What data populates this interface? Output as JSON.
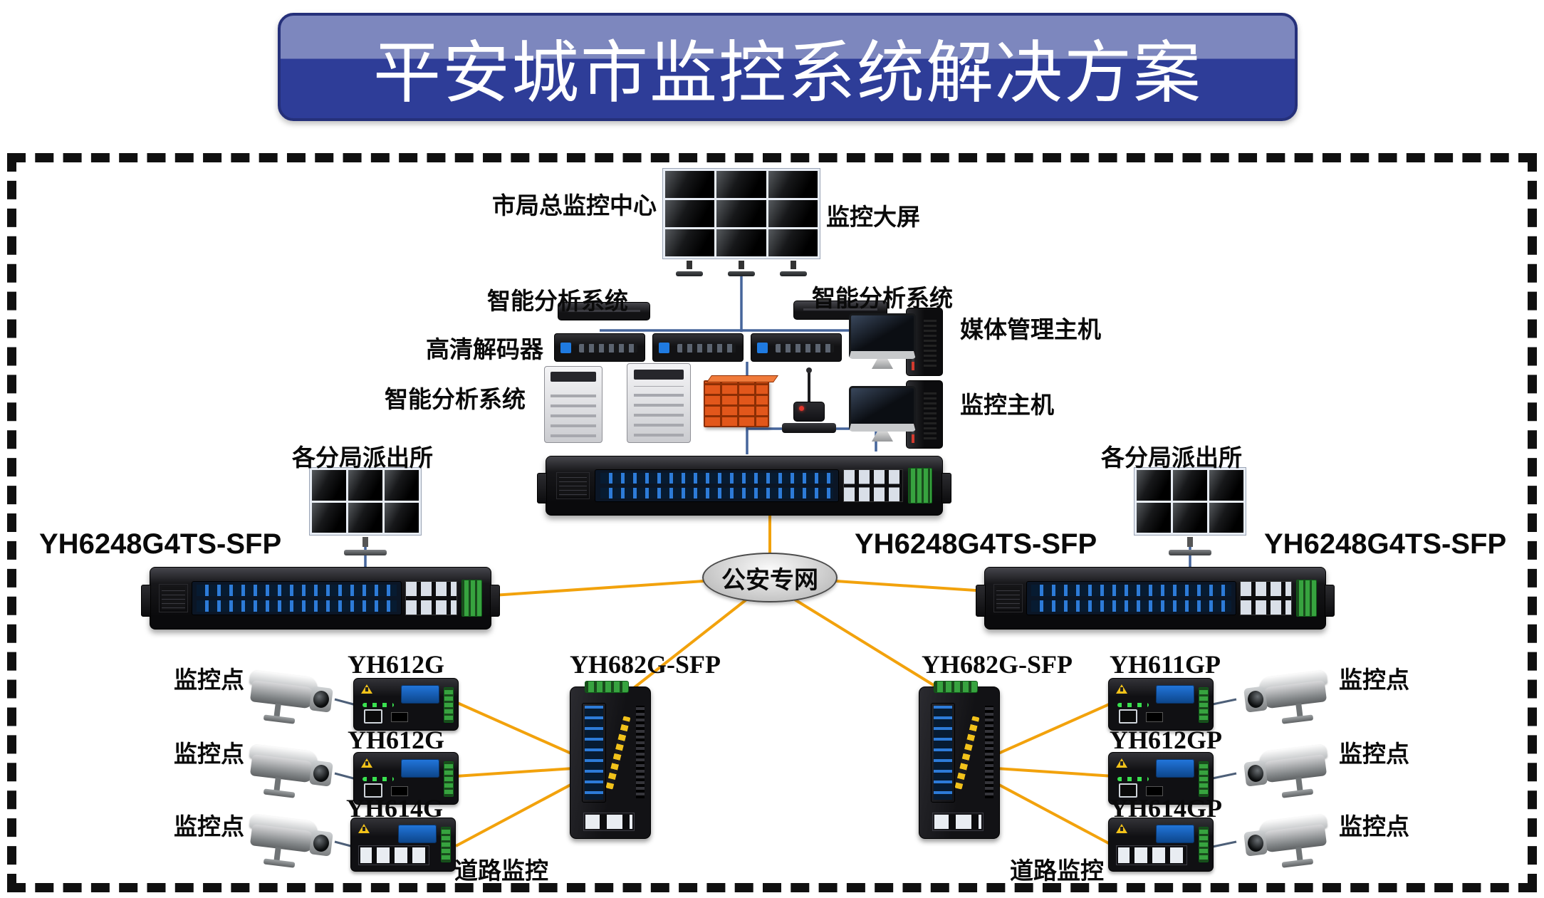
{
  "title": "平安城市监控系统解决方案",
  "top": {
    "monitor_center_label": "市局总监控中心",
    "big_screen_label": "监控大屏",
    "analysis_left_label": "智能分析系统",
    "analysis_right_label": "智能分析系统",
    "decoder_label": "高清解码器",
    "media_host_label": "媒体管理主机",
    "monitor_host_label": "监控主机",
    "analysis_lower_label": "智能分析系统"
  },
  "branches": {
    "left_label": "各分局派出所",
    "right_label": "各分局派出所"
  },
  "core": {
    "model_left": "YH6248G4TS-SFP",
    "model_center": "YH6248G4TS-SFP",
    "model_right": "YH6248G4TS-SFP"
  },
  "network": {
    "name": "公安专网"
  },
  "left_group": {
    "switch_model": "YH682G-SFP",
    "road_label": "道路监控",
    "converters": [
      {
        "model": "YH612G",
        "camera_label": "监控点"
      },
      {
        "model": "YH612G",
        "camera_label": "监控点"
      },
      {
        "model": "YH614G",
        "camera_label": "监控点"
      }
    ]
  },
  "right_group": {
    "switch_model": "YH682G-SFP",
    "road_label": "道路监控",
    "converters": [
      {
        "model": "YH611GP",
        "camera_label": "监控点"
      },
      {
        "model": "YH612GP",
        "camera_label": "监控点"
      },
      {
        "model": "YH614GP",
        "camera_label": "监控点"
      }
    ]
  },
  "colors": {
    "banner_dark": "#2e3d98",
    "banner_light": "#7d87be",
    "line_orange": "#F2A20C",
    "line_blue": "#46659B"
  }
}
